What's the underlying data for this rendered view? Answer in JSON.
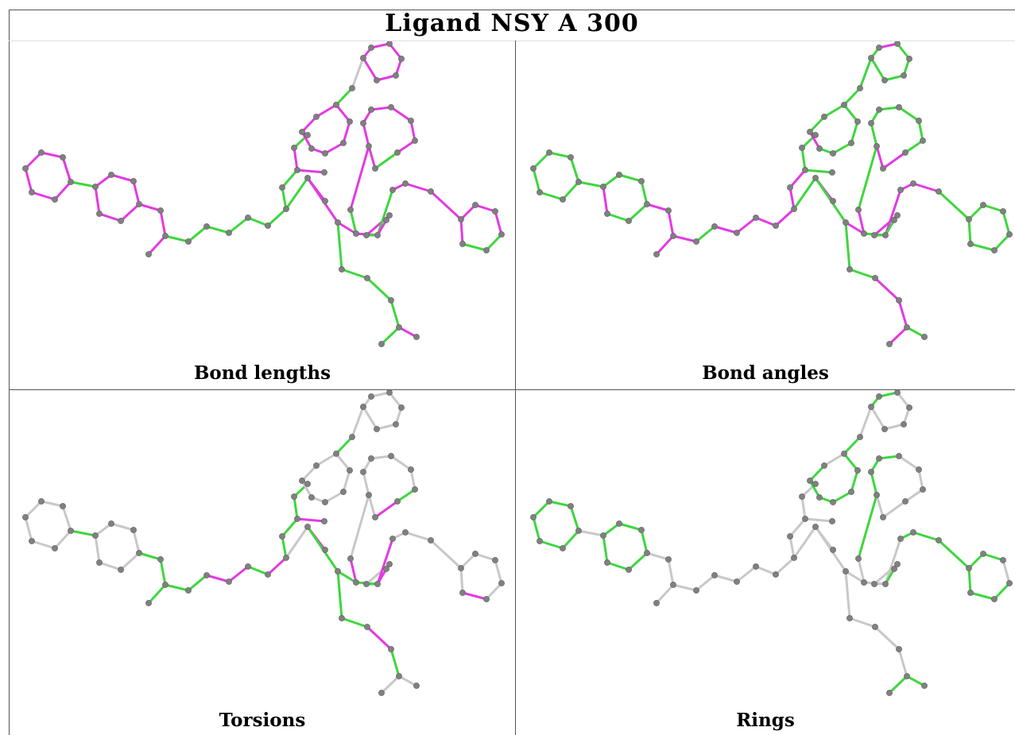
{
  "title": "Ligand NSY A 300",
  "panels": [
    {
      "caption": "Bond lengths"
    },
    {
      "caption": "Bond angles"
    },
    {
      "caption": "Torsions"
    },
    {
      "caption": "Rings"
    }
  ],
  "colors": {
    "outlier": "#e23be2",
    "ok": "#3fd63f",
    "neutral": "#c8c8c8",
    "atom": "#808080",
    "line": "#5a5a5a"
  }
}
